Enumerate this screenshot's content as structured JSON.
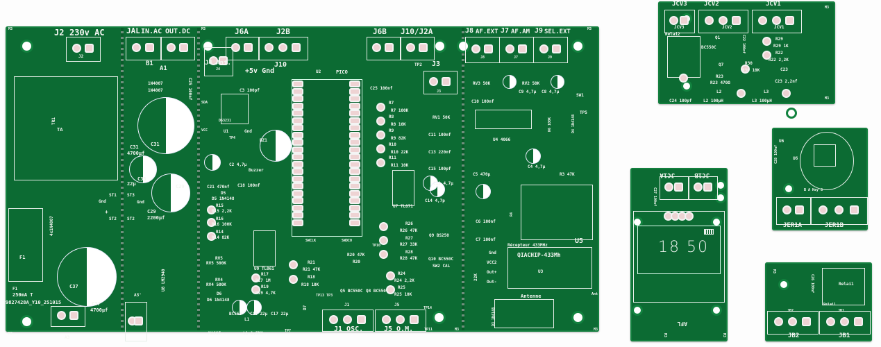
{
  "colors": {
    "board": "#0c6b33",
    "silkscreen": "#f4f6f2",
    "pad": "#eed3d3",
    "background": "#fdfdfd"
  },
  "main_board": {
    "power": {
      "j2": "J2",
      "j2_title": "230v AC",
      "j2_ref": "J2",
      "ta": "TA",
      "tr1": "TR1",
      "f1": "F1",
      "f1_value": "F1",
      "f1_rating": "250mA T",
      "serial": "9827428A_Y10_251015",
      "c37": "C37",
      "c37_value": "C37",
      "c37_cap": "4700µf",
      "a3": "A3",
      "d_ref": "4x1N4007",
      "gnd1": "Gnd",
      "plus1": "+",
      "m3_a": "M3",
      "m3_b": "M3"
    },
    "supply": {
      "jal": "JAL",
      "in_ac": "IN.AC",
      "out_dc": "OUT.DC",
      "b1": "B1",
      "a1": "A1",
      "diodes": "1N4007",
      "diodes2": "1N4007",
      "c31": "C31",
      "c31_value": "C31",
      "c31_cap": "4700µf",
      "c35": "C35",
      "c35_value": "22µ",
      "c29": "C29",
      "c29_value": "C29",
      "c29_cap": "2200µf",
      "st1": "ST1",
      "st3": "ST3",
      "st2a": "ST2",
      "st2b": "ST2",
      "gnd2": "Gnd",
      "u8": "U8 LM2940",
      "a3p": "A3'",
      "c25": "C25 100nf"
    },
    "controller": {
      "j6a": "J6A",
      "j2b": "J2B",
      "j6b": "J6B",
      "j10_j2a": "J10/J2A",
      "j4": "J4 Ant.",
      "j4_ref": "J4",
      "j10": "J10",
      "pwr": "+5v Gnd",
      "c3": "C3 100pf",
      "u2": "U2",
      "pico": "PICO",
      "sda": "SDA",
      "vcc": "VCC",
      "u1": "U1",
      "gnd": "Gnd",
      "ds": "DS3231",
      "bz1": "BZ1",
      "buzzer": "Buzzer",
      "c2": "C2 4,7µ",
      "tp4": "TP4",
      "c21": "C21 470nf",
      "c18": "C18 100nf",
      "d5": "D5",
      "d5v": "D5 1N4148",
      "r15": "R15",
      "r15v": "R15 2,2K",
      "r16": "R16",
      "r16v": "R16 100K",
      "r14": "R14",
      "r14v": "R14 82K",
      "rv5": "RV5",
      "rv5v": "RV5 500K",
      "rv4": "RV4",
      "rv4v": "RV4 500K",
      "d6": "D6",
      "d6v": "D6 1N4148",
      "u9": "U9 TL061",
      "r17": "R17",
      "r17v": "R17 1M",
      "r19": "R19",
      "r19v": "R19 4,7K",
      "q6": "BC560",
      "c16": "C16 22µ",
      "c17": "C17 22µ",
      "l1": "L1",
      "l1v": "L1 1,5MH",
      "tp7": "TP7",
      "masse": "MASSE",
      "sw_a": "SWCLK",
      "sw_b": "SWDIO",
      "tp2": "TP2",
      "j3": "J3",
      "j3_ref": "J3",
      "c25b": "C25 100nf",
      "r7": "R7",
      "r7v": "R7 100K",
      "r8": "R8",
      "r8v": "R8 10K",
      "r9": "R9",
      "r9v": "R9 82K",
      "r10": "R10",
      "r10v": "R10 22K",
      "r11": "R11",
      "r11v": "R11 10K",
      "rv1": "RV1 50K",
      "c11": "C11 100nf",
      "c13": "C13 220nf",
      "c15": "C15 100pf",
      "c12": "C12 4,7µ",
      "u7": "U7 TL071",
      "c14": "C14 4,7p",
      "r26": "R26",
      "r26v": "R26 47K",
      "r27": "R27",
      "r27v": "R27 33K",
      "r28": "R28",
      "r28v": "R28 47K",
      "q9": "Q9 BS250",
      "q10": "Q10 BC550C",
      "sw2": "SW2 CAL",
      "tp10": "TP10",
      "r20v": "R20 47K",
      "r20": "R20",
      "r21": "R21",
      "r21v": "R21 47K",
      "r18": "R18",
      "r18v": "R18 10K",
      "q5": "Q5 BC550C",
      "q8": "Q8 BC550C",
      "r24": "R24",
      "r24v": "R24 2,2K",
      "r25": "R25",
      "r25v": "R25 10K",
      "tp13": "TP13 TP3",
      "tp14": "TP14",
      "tp11": "TP11",
      "j1": "J1",
      "j1v": "J1 OSC.",
      "j5": "J5",
      "j5v": "J5 O.M.",
      "d7": "D7",
      "m3": "M3"
    },
    "audio": {
      "j8": "J8",
      "af_ext": "AF.EXT",
      "j7": "J7",
      "af_am": "AF.AM",
      "j9": "J9",
      "sel_ext": "SEL.EXT",
      "j8_ref": "J8",
      "j7_ref": "J7",
      "j9_ref": "J9",
      "rv3": "RV3 50K",
      "rv2": "RV2 50K",
      "c9": "C9 4,7µ",
      "c8": "C8 4,7µ",
      "c10": "C10 100nf",
      "sw1": "SW1",
      "tp5": "TP5",
      "u4": "U4 4066",
      "r6": "R6 100K",
      "d4": "D4 1N4148",
      "c4": "C4 4,7µ",
      "r3": "R3 47K",
      "c5": "C5 470µ",
      "c6": "C6 100nf",
      "c7": "C7 100nf",
      "r4": "R4",
      "u5": "U5",
      "rx": "Récepteur 433MHz",
      "qiachip": "QIACHIP-433Mh",
      "u3": "U3",
      "p_gnd": "Gnd",
      "p_vcc": "VCC2",
      "p_outp": "Out+",
      "p_outm": "Out-",
      "r5": "22K",
      "antenne": "Antenne",
      "ant": "Ant",
      "d3": "D3 1N4148",
      "m3a": "M3",
      "m3b": "M3",
      "m3c": "M3"
    }
  },
  "jcv_board": {
    "jcv3": "JCV3",
    "jcv2": "JCV2",
    "jcv1": "JCV1",
    "jcv3_ref": "JCV3",
    "jcv2_ref": "JCV2",
    "jcv1_ref": "JCV1",
    "relai2": "Relai2",
    "q1": "Q1",
    "bc550c": "BC550C",
    "q7": "Q7",
    "r29": "R29",
    "r29v": "R29 1K",
    "r22": "R22",
    "r22v": "R22 2,2K",
    "r30": "R30",
    "r30v": "R30 10K",
    "r23": "R23",
    "r23v": "R23 470Ω",
    "c22": "C22 100nf",
    "c23": "C23",
    "c23v": "C23 2,2nf",
    "c24": "C24 100pf",
    "l2": "L2",
    "l2v": "L2 100µH",
    "l3": "L3",
    "l3v": "L3 100µH",
    "m3a": "M3",
    "m3b": "M3"
  },
  "encoder_board": {
    "u6": "U6",
    "u6b": "U6",
    "c28": "C28 100nf",
    "pins": "B  A  Key  S",
    "jer1a": "JER1A",
    "jer1b": "JER1B"
  },
  "display_board": {
    "jc1a": "JC1A",
    "jc1b": "JC1B",
    "c27": "C27 100nf",
    "time": "18 50",
    "afl": "AFL",
    "m3a": "M3",
    "m3b": "M3"
  },
  "relay_board": {
    "m3": "M3",
    "c26": "C26 100nf",
    "relai1": "Relai1",
    "relai1b": "Relai1",
    "jb2_ref": "JB2",
    "jb1_ref": "JB1",
    "jb2": "JB2",
    "jb1": "JB1"
  }
}
